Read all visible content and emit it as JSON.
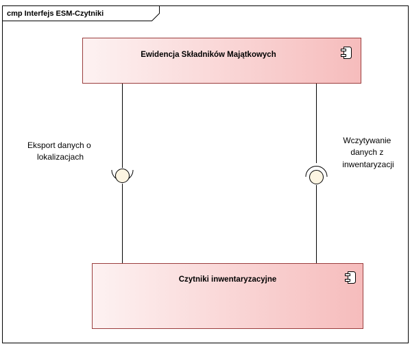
{
  "frame": {
    "title": "cmp Interfejs ESM-Czytniki"
  },
  "components": [
    {
      "name": "Ewidencja Składników Majątkowych",
      "icon": "component-icon"
    },
    {
      "name": "Czytniki inwentaryzacyjne",
      "icon": "component-icon"
    }
  ],
  "interfaces": [
    {
      "label_lines": [
        "Eksport danych o",
        "lokalizacjach"
      ]
    },
    {
      "label_lines": [
        "Wczytywanie",
        "danych z",
        "inwentaryzacji"
      ]
    }
  ],
  "colors": {
    "component_fill_light": "#fdf2f2",
    "component_fill_dark": "#f6bcbc",
    "component_border": "#9a3c3c",
    "lollipop_fill": "#fdf5e2",
    "frame_border": "#000000"
  }
}
